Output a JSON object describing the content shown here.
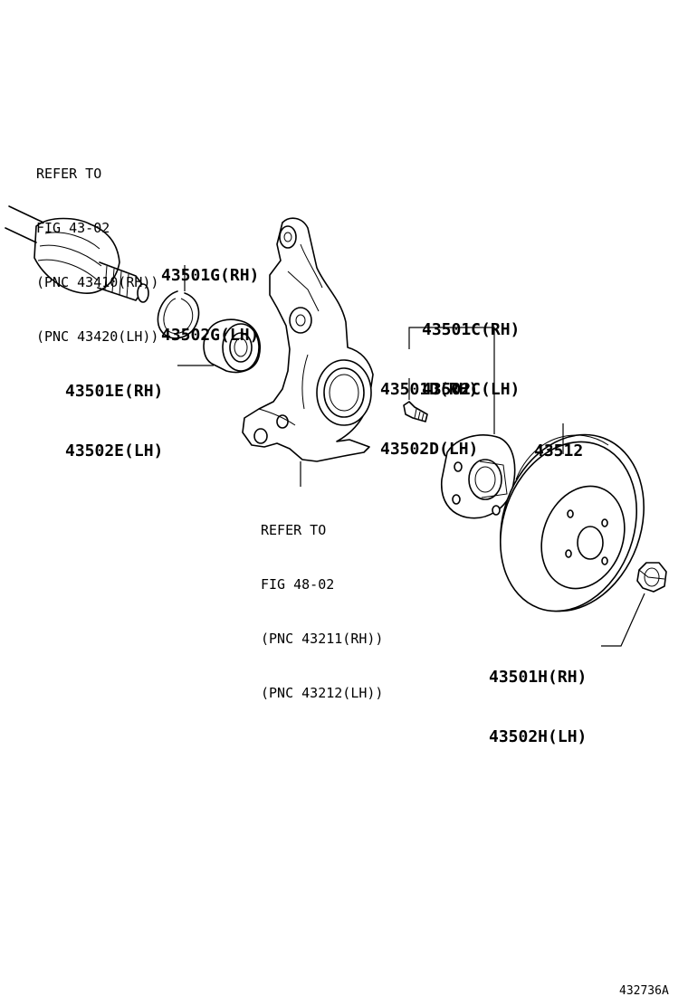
{
  "notes": {
    "drive_shaft_ref": [
      "REFER TO",
      "FIG 43-02",
      "(PNC 43410(RH))",
      "(PNC 43420(LH))"
    ],
    "knuckle_ref": [
      "REFER TO",
      "FIG 48-02",
      "(PNC 43211(RH))",
      "(PNC 43212(LH))"
    ]
  },
  "parts": {
    "snap_ring": [
      "43501G(RH)",
      "43502G(LH)"
    ],
    "bearing": [
      "43501E(RH)",
      "43502E(LH)"
    ],
    "hub": [
      "43501C(RH)",
      "43502C(LH)"
    ],
    "hub_bolt": [
      "43501D(RH)",
      "43502D(LH)"
    ],
    "disc": "43512",
    "nut": [
      "43501H(RH)",
      "43502H(LH)"
    ]
  },
  "figure_id": "432736A"
}
